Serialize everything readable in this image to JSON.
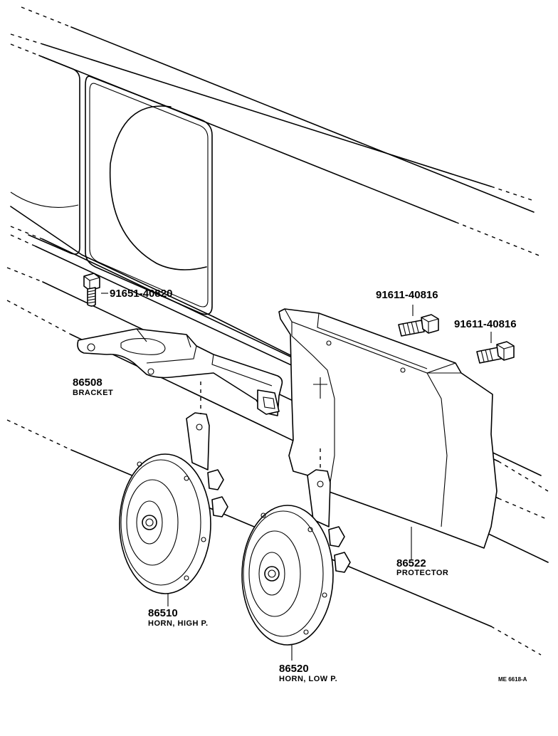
{
  "parts": [
    {
      "number": "91651-40820",
      "name": ""
    },
    {
      "number": "86508",
      "name": "BRACKET"
    },
    {
      "number": "91611-40816",
      "name": ""
    },
    {
      "number": "91611-40816",
      "name": ""
    },
    {
      "number": "86522",
      "name": "PROTECTOR"
    },
    {
      "number": "86510",
      "name": "HORN, HIGH P."
    },
    {
      "number": "86520",
      "name": "HORN, LOW P."
    }
  ],
  "diagram_code": "ME 6618-A"
}
